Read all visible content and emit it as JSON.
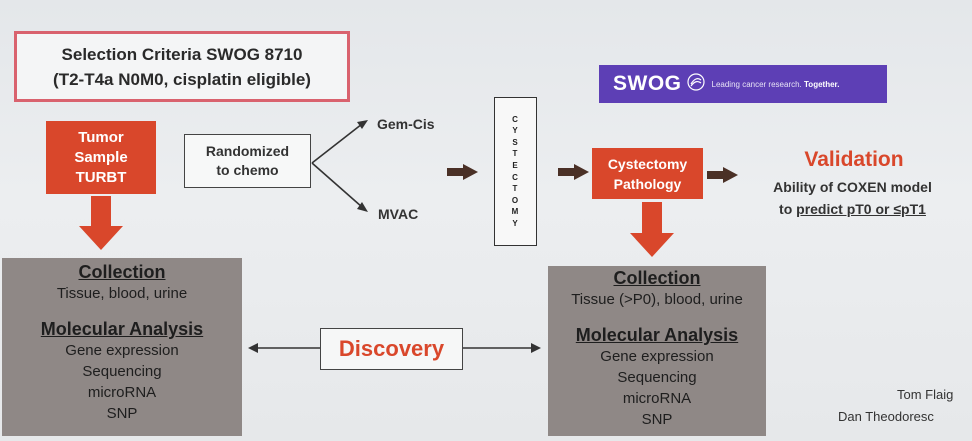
{
  "criteria": {
    "line1": "Selection Criteria SWOG 8710",
    "line2": "(T2-T4a N0M0, cisplatin eligible)"
  },
  "tumor_box": {
    "line1": "Tumor",
    "line2": "Sample",
    "line3": "TURBT"
  },
  "randomized_box": {
    "line1": "Randomized",
    "line2": "to chemo"
  },
  "arms": {
    "top": "Gem-Cis",
    "bottom": "MVAC"
  },
  "cystectomy_letters": [
    "C",
    "Y",
    "S",
    "T",
    "E",
    "C",
    "T",
    "O",
    "M",
    "Y"
  ],
  "pathology_box": {
    "line1": "Cystectomy",
    "line2": "Pathology"
  },
  "swog_banner": {
    "logo_text": "SWOG",
    "tagline": "Leading cancer research.",
    "tagline_bold": "Together.",
    "bg_color": "#5d3fb5"
  },
  "validation": {
    "title": "Validation",
    "line1": "Ability of COXEN model",
    "line2_prefix": "to",
    "line2_underlined": "predict pT0 or ≤pT1"
  },
  "left_panel": {
    "collection_title": "Collection",
    "collection_text": "Tissue, blood, urine",
    "analysis_title": "Molecular Analysis",
    "analysis_items": [
      "Gene expression",
      "Sequencing",
      "microRNA",
      "SNP"
    ]
  },
  "right_panel": {
    "collection_title": "Collection",
    "collection_text": "Tissue (>P0), blood, urine",
    "analysis_title": "Molecular Analysis",
    "analysis_items": [
      "Gene expression",
      "Sequencing",
      "microRNA",
      "SNP"
    ]
  },
  "discovery": "Discovery",
  "credits": {
    "line1": "Tom Flaig",
    "line2": "Dan Theodoresc"
  },
  "colors": {
    "accent_orange": "#d9472b",
    "criteria_border": "#d9626e",
    "arrow_dark": "#4a3026",
    "panel_grey": "#8f8886"
  }
}
